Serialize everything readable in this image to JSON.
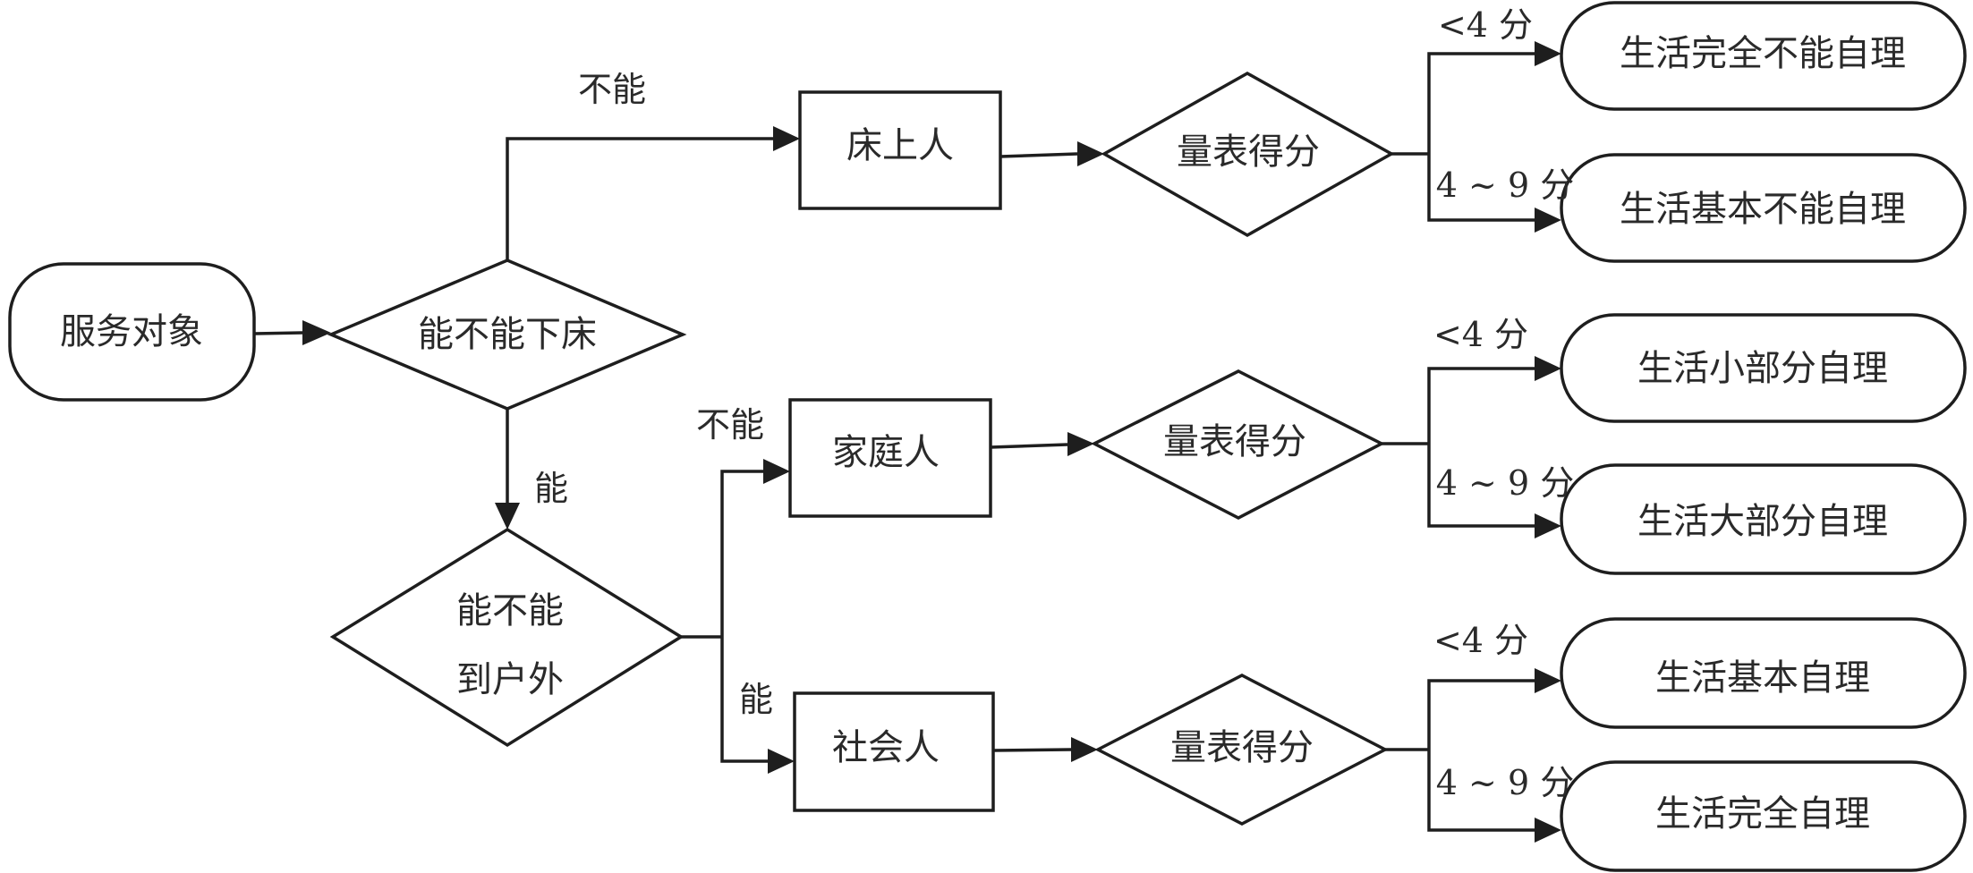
{
  "diagram": {
    "type": "flowchart",
    "colors": {
      "stroke": "#1e1e1e",
      "text": "#2a2a2a",
      "background": "#ffffff"
    },
    "nodes": {
      "start": {
        "label": "服务对象",
        "shape": "terminator"
      },
      "decision_bed": {
        "label": "能不能下床",
        "shape": "decision"
      },
      "decision_outdoor": {
        "line1": "能不能",
        "line2": "到户外",
        "shape": "decision"
      },
      "bed_person": {
        "label": "床上人",
        "shape": "process"
      },
      "home_person": {
        "label": "家庭人",
        "shape": "process"
      },
      "social_person": {
        "label": "社会人",
        "shape": "process"
      },
      "score_bed": {
        "label": "量表得分",
        "shape": "decision"
      },
      "score_home": {
        "label": "量表得分",
        "shape": "decision"
      },
      "score_social": {
        "label": "量表得分",
        "shape": "decision"
      },
      "result_1": {
        "label": "生活完全不能自理",
        "shape": "terminator"
      },
      "result_2": {
        "label": "生活基本不能自理",
        "shape": "terminator"
      },
      "result_3": {
        "label": "生活小部分自理",
        "shape": "terminator"
      },
      "result_4": {
        "label": "生活大部分自理",
        "shape": "terminator"
      },
      "result_5": {
        "label": "生活基本自理",
        "shape": "terminator"
      },
      "result_6": {
        "label": "生活完全自理",
        "shape": "terminator"
      }
    },
    "edge_labels": {
      "bed_no": "不能",
      "bed_yes": "能",
      "outdoor_no": "不能",
      "outdoor_yes": "能",
      "bed_low": "<4 分",
      "bed_mid": "4 ~ 9 分",
      "home_low": "<4 分",
      "home_mid": "4 ~ 9 分",
      "social_low": "<4 分",
      "social_mid": "4 ~ 9 分"
    },
    "edges": [
      {
        "from": "start",
        "to": "decision_bed",
        "label": ""
      },
      {
        "from": "decision_bed",
        "to": "bed_person",
        "label": "不能"
      },
      {
        "from": "decision_bed",
        "to": "decision_outdoor",
        "label": "能"
      },
      {
        "from": "decision_outdoor",
        "to": "home_person",
        "label": "不能"
      },
      {
        "from": "decision_outdoor",
        "to": "social_person",
        "label": "能"
      },
      {
        "from": "bed_person",
        "to": "score_bed",
        "label": ""
      },
      {
        "from": "home_person",
        "to": "score_home",
        "label": ""
      },
      {
        "from": "social_person",
        "to": "score_social",
        "label": ""
      },
      {
        "from": "score_bed",
        "to": "result_1",
        "label": "<4 分"
      },
      {
        "from": "score_bed",
        "to": "result_2",
        "label": "4 ~ 9 分"
      },
      {
        "from": "score_home",
        "to": "result_3",
        "label": "<4 分"
      },
      {
        "from": "score_home",
        "to": "result_4",
        "label": "4 ~ 9 分"
      },
      {
        "from": "score_social",
        "to": "result_5",
        "label": "<4 分"
      },
      {
        "from": "score_social",
        "to": "result_6",
        "label": "4 ~ 9 分"
      }
    ]
  }
}
